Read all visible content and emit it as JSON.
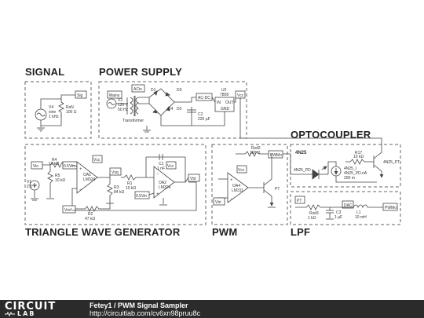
{
  "sections": {
    "signal": "SIGNAL",
    "power_supply": "POWER SUPPLY",
    "optocoupler": "OPTOCOUPLER",
    "triangle": "TRIANGLE WAVE GENERATOR",
    "pwm": "PWM",
    "lpf": "LPF"
  },
  "labels": {
    "sig": "Sig",
    "v4": "V4",
    "v4_type": "sine",
    "v4_freq": "1 kHz",
    "rsn": "RsN",
    "rsn_val": "100 Ω",
    "mains": "Mains",
    "acin": "ACin",
    "v2": "V2",
    "v2_volt": "120 V",
    "v2_freq": "50 Hz",
    "transformer": "Transformer",
    "d1": "D1",
    "d2": "D2",
    "d3": "D3",
    "d4": "D4",
    "acdc": "AC-DC",
    "c2": "C2",
    "c2_val": "220 µF",
    "u2": "U2",
    "u2_part": "7808",
    "u2_in": "IN",
    "u2_out": "OUT",
    "u2_gnd": "GND",
    "vcc": "Vcc",
    "n4n25": "4N25",
    "n4n25_pd": "4N25_PD",
    "n4n25_pt": "4N25_PT",
    "r17": "R17",
    "r17_val": "10 kΩ",
    "n4n25_i": "4N25_I",
    "n4n25_pdna": "4N25_PD.nA",
    "n4n25_i_val": "200 m",
    "vin": "Vin",
    "r4": "R4",
    "r4_val": "10 kΩ",
    "v1": "V1",
    "v1_val": "2.5 V",
    "r5": "R5",
    "r5_val": "10 kΩ",
    "v05a": "0.5Vin",
    "oa1": "OA1",
    "oa1_part": "LM324",
    "vsq": "Vsq",
    "r3": "R3",
    "r3_val": "84 kΩ",
    "vref": "Vref",
    "r2": "R2",
    "r2_val": "47 kΩ",
    "r1": "R1",
    "r1_val": "10 kΩ",
    "v05b": "0.5Vin",
    "c1": "C1",
    "c1_val": "1 nF",
    "oa2": "OA2",
    "oa2_part": "LM324",
    "vtri": "Vtri",
    "rsd2": "Rsd2",
    "rsd2_val": "100 Ω",
    "pwmo1": "PWMo",
    "oa4": "OA4",
    "oa4_part": "LM311",
    "pt": "PT",
    "rsd3": "Rsd3",
    "rsd3_val": "1 kΩ",
    "c3": "C3",
    "c3_val": "1 µF",
    "dac": "DAC",
    "l1": "L1",
    "l1_val": "10 mH",
    "pwmo2": "PWMo"
  },
  "footer": {
    "logo_top": "CIRCUIT",
    "logo_bottom": "LAB",
    "title": "Fetey1 / PWM Signal Sampler",
    "url": "http://circuitlab.com/cv6xn98pruu8c"
  }
}
